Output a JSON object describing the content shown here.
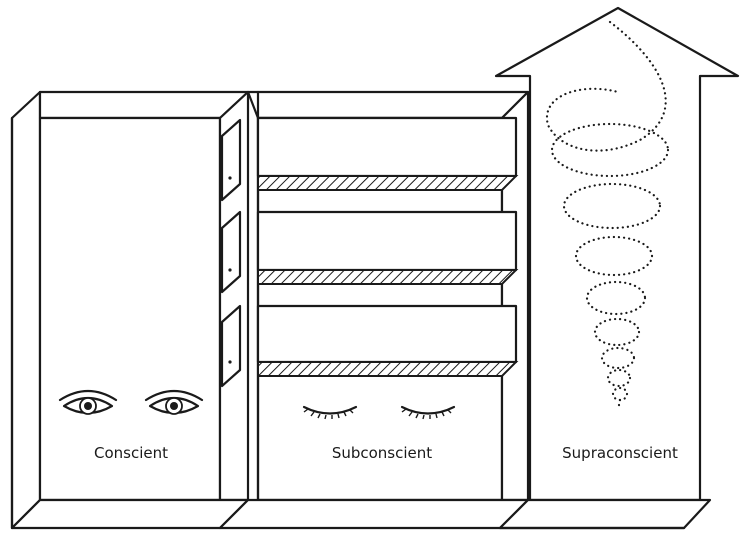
{
  "labels": {
    "conscious": "Conscient",
    "subconscious": "Subconscient",
    "superconscious": "Supraconscient"
  },
  "colors": {
    "ink": "#1a1a1a",
    "paper": "#ffffff"
  },
  "icons": {
    "conscious": "open-eyes-icon",
    "subconscious": "closed-eyes-icon",
    "superconscious": "spiral-arrow-icon"
  }
}
